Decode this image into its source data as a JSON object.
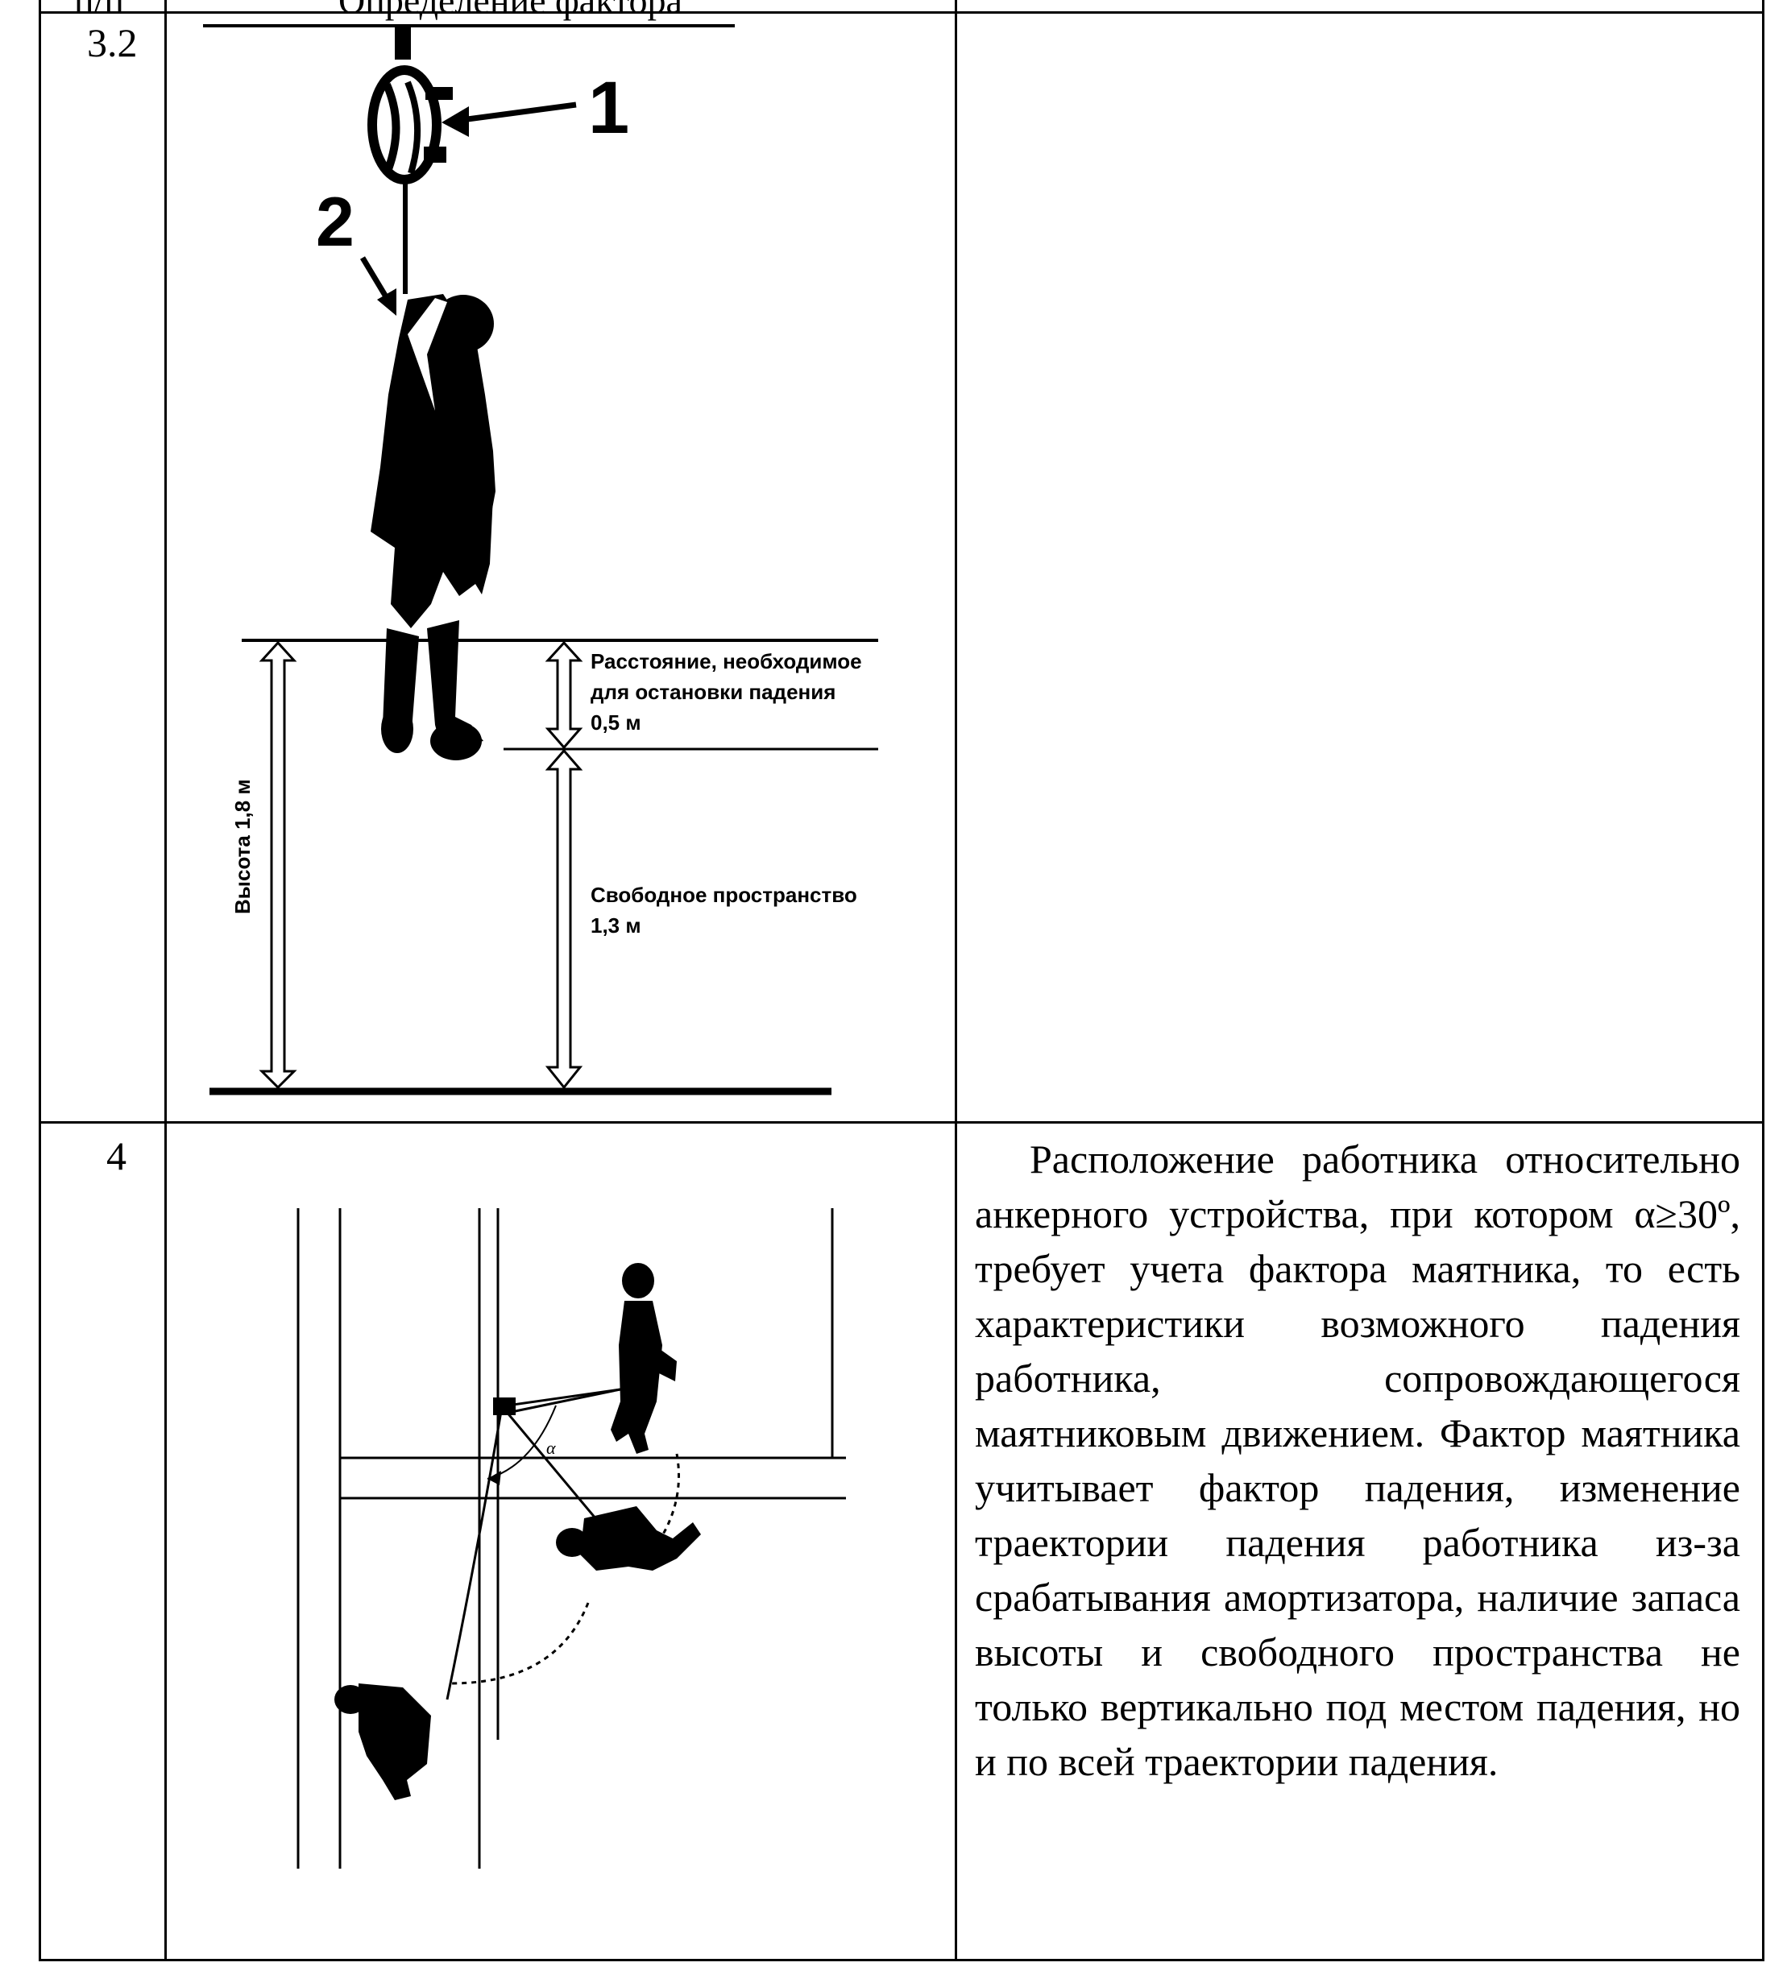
{
  "header": {
    "col1": "п/п",
    "col2": "Определение фактора"
  },
  "rows": [
    {
      "number": "3.2",
      "figure": {
        "marker_1": "1",
        "marker_2": "2",
        "label_stop_line1": "Расстояние, необходимое",
        "label_stop_line2": "для остановки падения",
        "label_stop_line3": "0,5 м",
        "label_height": "Высота 1,8 м",
        "label_free_line1": "Свободное пространство",
        "label_free_line2": "1,3 м"
      },
      "description": ""
    },
    {
      "number": "4",
      "figure": {
        "alpha_label": "α"
      },
      "description": "Расположение работника относительно анкерного устройства, при котором α≥30º, требует учета фактора маятника, то есть характеристики возможного падения работника, сопровождающегося маятниковым движением. Фактор маятника учитывает фактор падения, изменение траектории падения работника из-за срабатывания амортизатора, наличие запаса высоты и свободного пространства не только вертикально под местом падения, но и по всей траектории падения."
    }
  ],
  "colors": {
    "ink": "#000000",
    "paper": "#ffffff"
  },
  "icons": [
    "retractable-device-icon",
    "worker-figure-icon",
    "double-arrow-icon",
    "anchor-icon"
  ]
}
